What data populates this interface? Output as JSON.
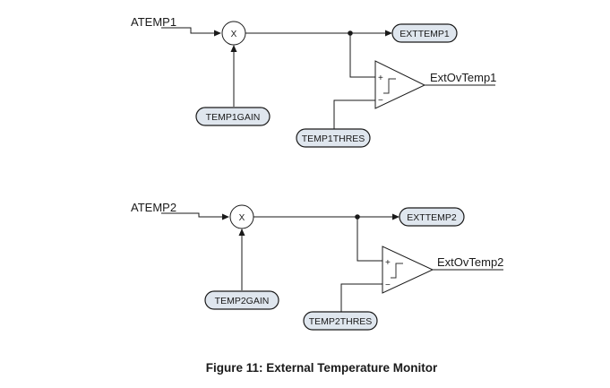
{
  "caption": "Figure 11: External Temperature Monitor",
  "multiply_symbol": "X",
  "plus_sign": "+",
  "minus_sign": "−",
  "channels": [
    {
      "input": "ATEMP1",
      "output_register": "EXTTEMP1",
      "gain": "TEMP1GAIN",
      "threshold": "TEMP1THRES",
      "comparator_output": "ExtOvTemp1"
    },
    {
      "input": "ATEMP2",
      "output_register": "EXTTEMP2",
      "gain": "TEMP2GAIN",
      "threshold": "TEMP2THRES",
      "comparator_output": "ExtOvTemp2"
    }
  ]
}
